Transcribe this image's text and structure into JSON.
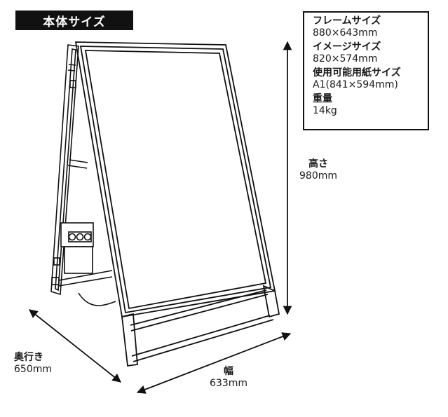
{
  "title": "本体サイズ",
  "specs": [
    {
      "label": "フレームサイズ",
      "value": "880×643mm"
    },
    {
      "label": "イメージサイズ",
      "value": "820×574mm"
    },
    {
      "label": "使用可能用紙サイズ",
      "value": "A1(841×594mm)"
    },
    {
      "label": "重量",
      "value": "14kg"
    }
  ],
  "dimensions": {
    "height": {
      "label": "高さ",
      "value": "980mm"
    },
    "depth": {
      "label": "奥行き",
      "value": "650mm"
    },
    "width": {
      "label": "幅",
      "value": "633mm"
    }
  }
}
